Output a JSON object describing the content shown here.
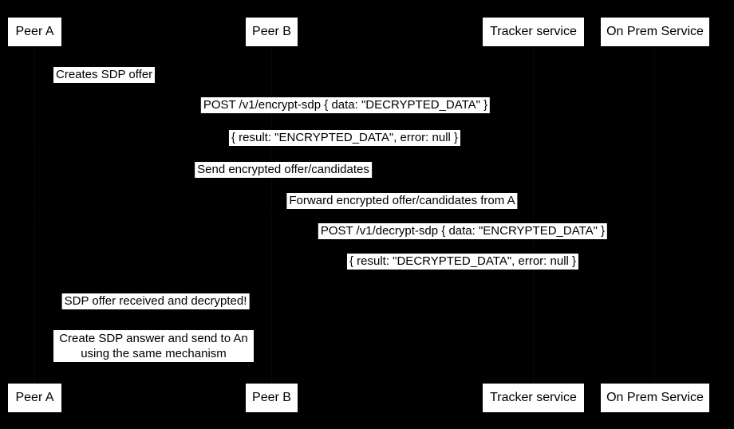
{
  "diagram": {
    "type": "sequence-diagram",
    "colors": {
      "background": "#000000",
      "box_fill": "#ffffff",
      "box_text": "#000000"
    },
    "participants": [
      {
        "label": "Peer A"
      },
      {
        "label": "Peer B"
      },
      {
        "label": "Tracker service"
      },
      {
        "label": "On Prem Service"
      }
    ],
    "messages": [
      {
        "label": "Creates SDP offer"
      },
      {
        "label": "POST /v1/encrypt-sdp { data: \"DECRYPTED_DATA\" }"
      },
      {
        "label": "{ result: \"ENCRYPTED_DATA\", error: null }"
      },
      {
        "label": "Send encrypted offer/candidates"
      },
      {
        "label": "Forward encrypted offer/candidates from A"
      },
      {
        "label": "POST /v1/decrypt-sdp { data: \"ENCRYPTED_DATA\" }"
      },
      {
        "label": "{ result: \"DECRYPTED_DATA\", error: null }"
      },
      {
        "label": "SDP offer received and decrypted!"
      }
    ],
    "note": {
      "line1": "Create SDP answer and send to An",
      "line2": "using the same mechanism"
    }
  }
}
